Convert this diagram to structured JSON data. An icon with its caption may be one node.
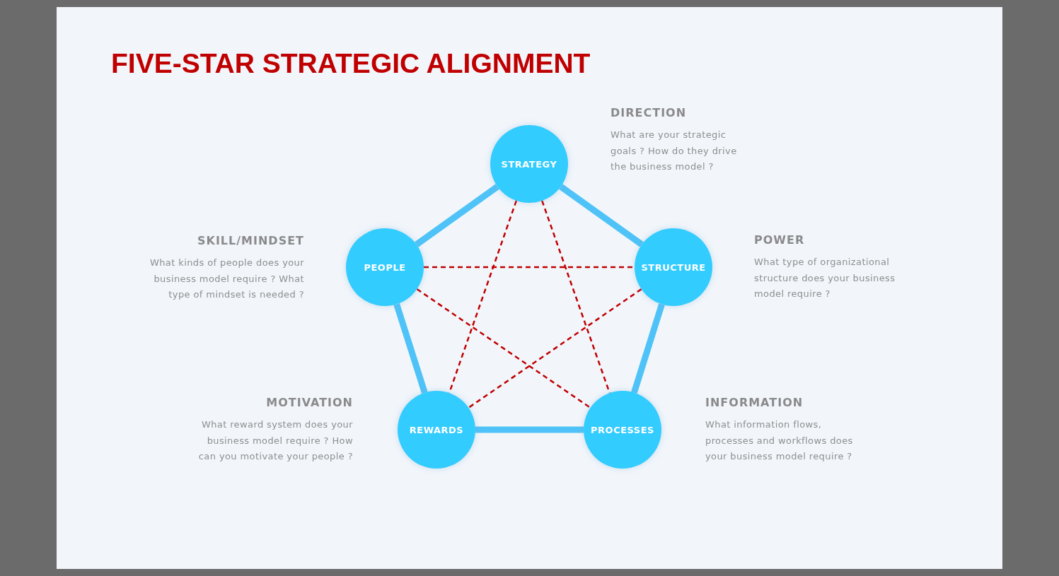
{
  "diagram": {
    "title": "FIVE-STAR STRATEGIC ALIGNMENT",
    "nodes": [
      {
        "text": [
          "STRATEGY"
        ],
        "beside": [
          "DIRECTION",
          "What are your strategic goals ? How do they drive the business model ?"
        ]
      },
      {
        "text": [
          "PEOPLE"
        ],
        "beside": [
          "SKILL/MINDSET",
          "What kinds of people does your business model require ? What type of mindset is needed ?"
        ]
      },
      {
        "text": [
          "STRUCTURE"
        ],
        "beside": [
          "POWER",
          "What type of organizational structure does your business model require ?"
        ]
      },
      {
        "text": [
          "REWARDS"
        ],
        "beside": [
          "MOTIVATION",
          "What reward system does your business model require ? How can you motivate your people ?"
        ]
      },
      {
        "text": [
          "PROCESSES"
        ],
        "beside": [
          "INFORMATION",
          "What information flows, processes and workflows does your business model require ?"
        ]
      }
    ],
    "edges": [
      {
        "from": 0,
        "to": 2,
        "arrow": "none",
        "style": "thick"
      },
      {
        "from": 2,
        "to": 4,
        "arrow": "none",
        "style": "thick"
      },
      {
        "from": 4,
        "to": 3,
        "arrow": "none",
        "style": "thick"
      },
      {
        "from": 3,
        "to": 1,
        "arrow": "none",
        "style": "thick"
      },
      {
        "from": 1,
        "to": 0,
        "arrow": "none",
        "style": "thick"
      },
      {
        "from": 0,
        "to": 3,
        "arrow": "none",
        "style": "dashed",
        "color": "#c00000"
      },
      {
        "from": 0,
        "to": 4,
        "arrow": "none",
        "style": "dashed",
        "color": "#c00000"
      },
      {
        "from": 1,
        "to": 2,
        "arrow": "none",
        "style": "dashed",
        "color": "#c00000"
      },
      {
        "from": 1,
        "to": 4,
        "arrow": "none",
        "style": "dashed",
        "color": "#c00000"
      },
      {
        "from": 2,
        "to": 3,
        "arrow": "none",
        "style": "dashed",
        "color": "#c00000"
      }
    ]
  }
}
